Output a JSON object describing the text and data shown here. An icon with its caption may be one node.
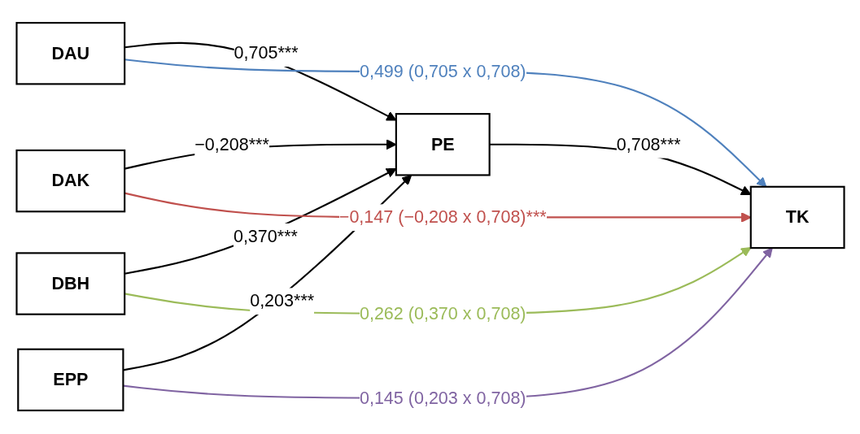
{
  "diagram": {
    "nodes": [
      {
        "text": [
          "DAU"
        ]
      },
      {
        "text": [
          "DAK"
        ]
      },
      {
        "text": [
          "PE"
        ]
      },
      {
        "text": [
          "TK"
        ]
      },
      {
        "text": [
          "DBH"
        ]
      },
      {
        "text": [
          "EPP"
        ]
      }
    ],
    "edges": [
      {
        "from": 0,
        "to": 2,
        "arrow": "to",
        "label": "0,705***"
      },
      {
        "from": 1,
        "to": 2,
        "arrow": "to",
        "label": "−0,208***"
      },
      {
        "from": 4,
        "to": 2,
        "arrow": "to",
        "label": "0,370***"
      },
      {
        "from": 5,
        "to": 2,
        "arrow": "to",
        "label": "0,203***"
      },
      {
        "from": 2,
        "to": 3,
        "arrow": "to",
        "label": "0,708***"
      },
      {
        "from": 0,
        "to": 3,
        "arrow": "to",
        "label": "0,499 (0,705 x 0,708)",
        "color": "#4f81bd"
      },
      {
        "from": 1,
        "to": 3,
        "arrow": "to",
        "label": "−0,147 (−0,208 x 0,708)***",
        "color": "#c0504d"
      },
      {
        "from": 4,
        "to": 3,
        "arrow": "to",
        "label": "0,262 (0,370 x 0,708)",
        "color": "#9bbb59"
      },
      {
        "from": 5,
        "to": 3,
        "arrow": "to",
        "label": "0,145 (0,203 x 0,708)",
        "color": "#8064a2"
      }
    ]
  }
}
